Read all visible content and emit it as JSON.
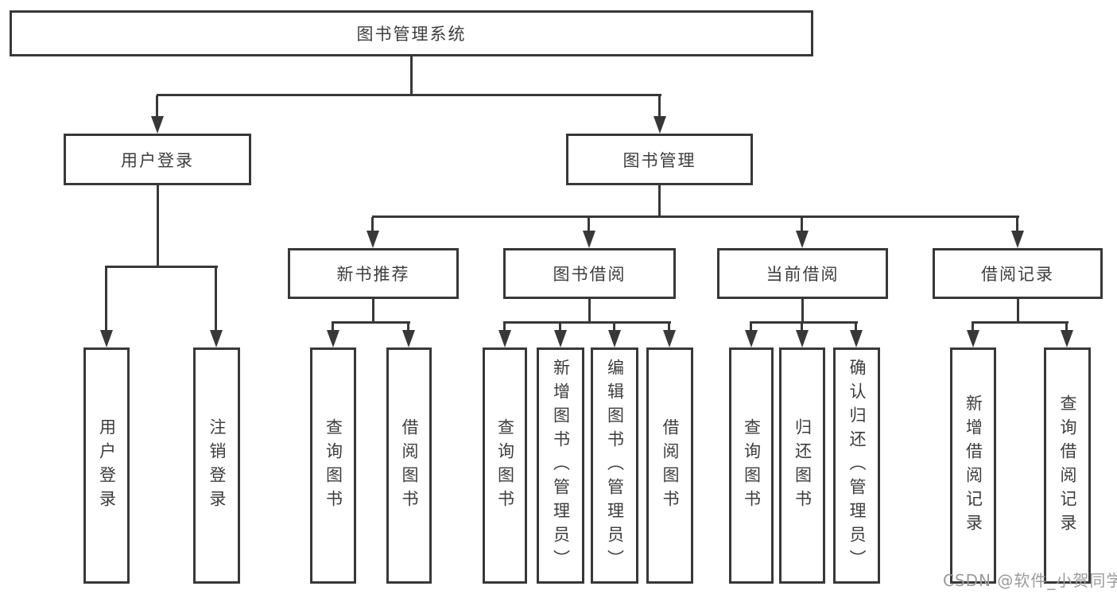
{
  "tree": {
    "label": "图书管理系统",
    "children": [
      {
        "label": "用户登录",
        "children": [
          {
            "label": "用户登录"
          },
          {
            "label": "注销登录"
          }
        ]
      },
      {
        "label": "图书管理",
        "children": [
          {
            "label": "新书推荐",
            "children": [
              {
                "label": "查询图书"
              },
              {
                "label": "借阅图书"
              }
            ]
          },
          {
            "label": "图书借阅",
            "children": [
              {
                "label": "查询图书"
              },
              {
                "label": "新增图书（管理员）"
              },
              {
                "label": "编辑图书（管理员）"
              },
              {
                "label": "借阅图书"
              }
            ]
          },
          {
            "label": "当前借阅",
            "children": [
              {
                "label": "查询图书"
              },
              {
                "label": "归还图书"
              },
              {
                "label": "确认归还（管理员）"
              }
            ]
          },
          {
            "label": "借阅记录",
            "children": [
              {
                "label": "新增借阅记录"
              },
              {
                "label": "查询借阅记录"
              }
            ]
          }
        ]
      }
    ]
  },
  "watermark": {
    "text": "CSDN @软件_小贺同学"
  },
  "colors": {
    "line": "#383838",
    "text": "#3d3d3d",
    "watermark": "#9b9b9b",
    "background": "#ffffff"
  }
}
